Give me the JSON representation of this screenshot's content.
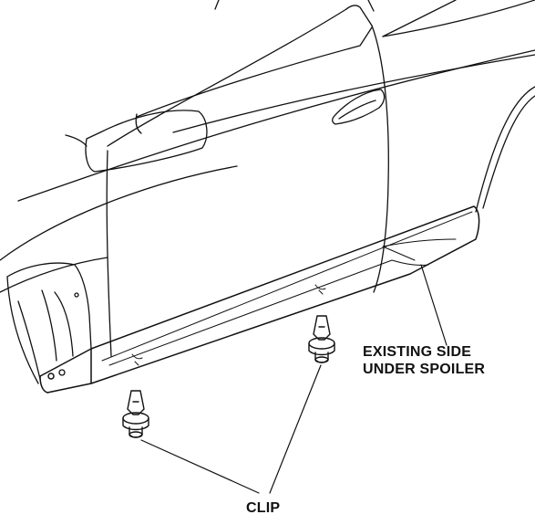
{
  "labels": {
    "existing_line1": "EXISTING SIDE",
    "existing_line2": "UNDER SPOILER",
    "clip": "CLIP"
  },
  "colors": {
    "line": "#111111",
    "background": "#ffffff"
  }
}
